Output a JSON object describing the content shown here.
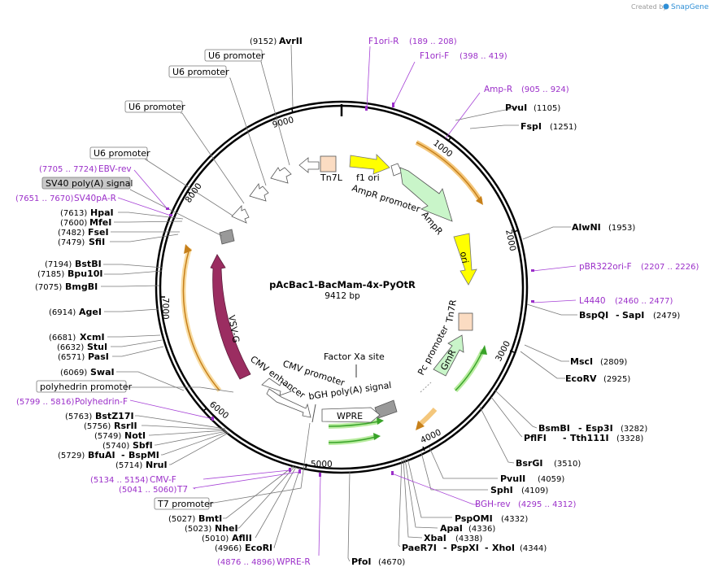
{
  "watermark": {
    "prefix": "Created by",
    "brand": "SnapGene"
  },
  "plasmid": {
    "name": "pAcBac1-BacMam-4x-PyOtR",
    "size": "9412 bp",
    "length": 9412
  },
  "ticks": [
    "1000",
    "2000",
    "3000",
    "4000",
    "5000",
    "6000",
    "7000",
    "8000",
    "9000"
  ],
  "sites_top": [
    {
      "name": "AvrII",
      "pos": "(9152)"
    }
  ],
  "sites_right": [
    {
      "name": "PvuI",
      "pos": "(1105)"
    },
    {
      "name": "FspI",
      "pos": "(1251)"
    },
    {
      "name": "AlwNI",
      "pos": "(1953)"
    },
    {
      "name": "BspQI",
      "sep": "-",
      "name2": "SapI",
      "pos": "(2479)"
    },
    {
      "name": "MscI",
      "pos": "(2809)"
    },
    {
      "name": "EcoRV",
      "pos": "(2925)"
    },
    {
      "name": "BsmBI",
      "sep": "-",
      "name2": "Esp3I",
      "pos": "(3282)"
    },
    {
      "name": "PflFI",
      "sep": "-",
      "name2": "Tth111I",
      "pos": "(3328)"
    },
    {
      "name": "BsrGI",
      "pos": "(3510)"
    },
    {
      "name": "PvuII",
      "pos": "(4059)"
    },
    {
      "name": "SphI",
      "pos": "(4109)"
    },
    {
      "name": "PspOMI",
      "pos": "(4332)"
    },
    {
      "name": "ApaI",
      "pos": "(4336)"
    },
    {
      "name": "XbaI",
      "pos": "(4338)"
    },
    {
      "name": "PaeR7I",
      "sep": "-",
      "name2": "PspXI",
      "sep2": "-",
      "name3": "XhoI",
      "pos": "(4344)"
    },
    {
      "name": "PfoI",
      "pos": "(4670)"
    }
  ],
  "sites_left": [
    {
      "name": "HpaI",
      "pos": "(7613)"
    },
    {
      "name": "MfeI",
      "pos": "(7600)"
    },
    {
      "name": "FseI",
      "pos": "(7482)"
    },
    {
      "name": "SfiI",
      "pos": "(7479)"
    },
    {
      "name": "BstBI",
      "pos": "(7194)"
    },
    {
      "name": "Bpu10I",
      "pos": "(7185)"
    },
    {
      "name": "BmgBI",
      "pos": "(7075)"
    },
    {
      "name": "AgeI",
      "pos": "(6914)"
    },
    {
      "name": "XcmI",
      "pos": "(6681)"
    },
    {
      "name": "StuI",
      "pos": "(6632)"
    },
    {
      "name": "PasI",
      "pos": "(6571)"
    },
    {
      "name": "SwaI",
      "pos": "(6069)"
    },
    {
      "name": "BstZ17I",
      "pos": "(5763)"
    },
    {
      "name": "RsrII",
      "pos": "(5756)"
    },
    {
      "name": "NotI",
      "pos": "(5749)"
    },
    {
      "name": "SbfI",
      "pos": "(5740)"
    },
    {
      "name": "BfuAI",
      "sep": "-",
      "name2": "BspMI",
      "pos": "(5729)"
    },
    {
      "name": "NruI",
      "pos": "(5714)"
    },
    {
      "name": "BmtI",
      "pos": "(5027)"
    },
    {
      "name": "NheI",
      "pos": "(5023)"
    },
    {
      "name": "AflII",
      "pos": "(5010)"
    },
    {
      "name": "EcoRI",
      "pos": "(4966)"
    }
  ],
  "primers": [
    {
      "name": "F1ori-R",
      "pos": "(189 .. 208)"
    },
    {
      "name": "F1ori-F",
      "pos": "(398 .. 419)"
    },
    {
      "name": "Amp-R",
      "pos": "(905 .. 924)"
    },
    {
      "name": "pBR322ori-F",
      "pos": "(2207 .. 2226)"
    },
    {
      "name": "L4440",
      "pos": "(2460 .. 2477)"
    },
    {
      "name": "BGH-rev",
      "pos": "(4295 .. 4312)"
    },
    {
      "name": "WPRE-R",
      "pos": "(4876 .. 4896)"
    },
    {
      "name": "T7",
      "pos": "(5041 .. 5060)"
    },
    {
      "name": "CMV-F",
      "pos": "(5134 .. 5154)"
    },
    {
      "name": "Polyhedrin-F",
      "pos": "(5799 .. 5816)"
    },
    {
      "name": "SV40pA-R",
      "pos": "(7651 .. 7670)"
    },
    {
      "name": "EBV-rev",
      "pos": "(7705 .. 7724)"
    }
  ],
  "boxed_labels": [
    {
      "text": "U6 promoter",
      "style": "white"
    },
    {
      "text": "U6 promoter",
      "style": "white"
    },
    {
      "text": "U6 promoter",
      "style": "white"
    },
    {
      "text": "U6 promoter",
      "style": "white"
    },
    {
      "text": "SV40 poly(A) signal",
      "style": "grey"
    },
    {
      "text": "polyhedrin promoter",
      "style": "white"
    },
    {
      "text": "T7 promoter",
      "style": "white"
    }
  ],
  "features": {
    "tn7l": "Tn7L",
    "f1ori": "f1 ori",
    "amp_promoter": "AmpR promoter",
    "ampr": "AmpR",
    "ori": "ori",
    "tn7r": "Tn7R",
    "gmr": "GmR",
    "pc_promoter": "Pc promoter",
    "factor_xa": "Factor Xa site",
    "cmv_promoter": "CMV promoter",
    "bgh": "bGH poly(A) signal",
    "wpre": "WPRE",
    "cmv_enhancer": "CMV enhancer",
    "vsvg": "VSV-G"
  },
  "colors": {
    "primer": "#9b2fc9",
    "ampr": "#c9f5c9",
    "ori": "#ffff00",
    "vsvg": "#9b2d61",
    "gmr": "#c9f5c9",
    "orange_arrow": "#e39b28",
    "green_arrow": "#39a329",
    "tn7": "#fbdcc2",
    "polyA": "#999999"
  }
}
